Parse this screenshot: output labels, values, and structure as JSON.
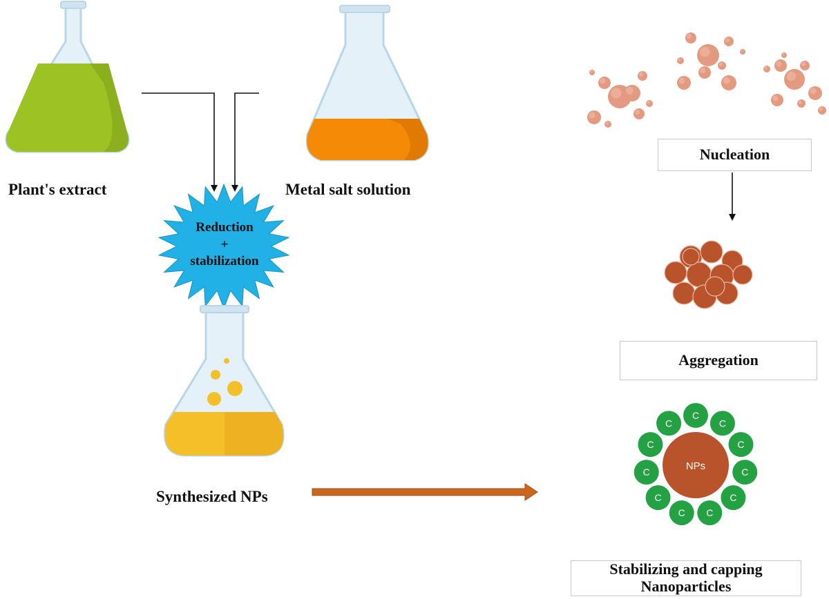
{
  "labels": {
    "plant_extract": "Plant's extract",
    "metal_salt": "Metal salt solution",
    "reduction": "Reduction",
    "plus": "+",
    "stabilization": "stabilization",
    "synthesized": "Synthesized NPs",
    "nucleation": "Nucleation",
    "aggregation": "Aggregation",
    "capping_line1": "Stabilizing and capping",
    "capping_line2": "Nanoparticles",
    "nps_core": "NPs",
    "capping_agent": "C"
  },
  "colors": {
    "plant_liquid": "#9dc224",
    "metal_liquid": "#f58a06",
    "np_liquid": "#f5bf2a",
    "flask_glass": "#d9ecf5",
    "flask_outline": "#b9d6e6",
    "starburst": "#21b1e6",
    "nucleation_particles": "#e39a80",
    "aggregate": "#b8532c",
    "capping_ring": "#23a143",
    "core": "#b8532c",
    "arrow_orange": "#c9661f"
  }
}
